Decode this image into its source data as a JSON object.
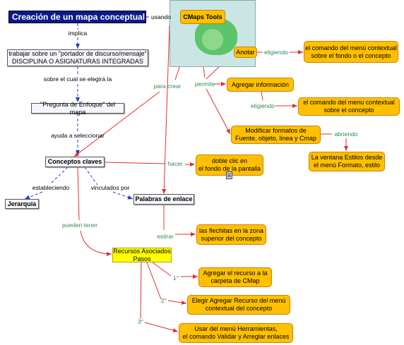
{
  "nodes": {
    "title": "Creación de un mapa conceptual",
    "cmaps": "CMaps Tools",
    "portador": "trabajar sobre un \"portador de discurso/mensaje\"\nDISCIPLINA O ASIGNATURAS INTEGRADAS",
    "pregunta": "\"Pregunta de Enfoque\" del mapa",
    "conceptos": "Conceptos claves",
    "jerarquia": "Jerarquía",
    "palabras": "Palabras de enlace",
    "recursos": "Recursos Asociados\nPasos",
    "anotar": "Anotar",
    "comando_menu": "el comando del menú contextual\nsobre el fondo o el concepto",
    "agregar_info": "Agregar información",
    "comando_menu2": "el comando del menu contextual\nsobre el concepto",
    "modificar": "Modificar formatos de\nFuente, objeto, linea y Cmap",
    "ventana": "La ventana Estilos desde\nel menú Formato, estilo",
    "doble_clic": "doble clic en\nel fondo de la pantalla",
    "flechitas": "las flechitas en la zona\nsuperior del concepto",
    "paso1": "Agregar el recurso a la\ncarpeta de CMap",
    "paso2": "Elegir Agregar Recurso del menú\ncontextual del concepto",
    "paso3": "Usar del menú Herramientas,\nel comando Validar y Arreglar enlaces"
  },
  "labels": {
    "usando": "usando",
    "implica": "implica",
    "sobre_el_cual": "sobre el cual se elegirá la",
    "ayuda": "ayuda a seleccionar",
    "para_crear": "para crear",
    "permite": "permite",
    "eligiendo1": "eligiendo",
    "eligiendo2": "eligiendo",
    "abriendo": "abriendo",
    "hacer": "hacer",
    "estableciendo": "estableciendo",
    "vinculados": "vinculados por",
    "pueden_tener": "pueden tener",
    "estirar": "estirar",
    "n1": "1°",
    "n2": "2°",
    "n3": "3°"
  },
  "colors": {
    "red_link": "#e03030",
    "blue_link": "#2040c0",
    "orange_node": "#ffc000",
    "yellow_node": "#ffff00",
    "title_bg": "#0a1a8c",
    "green_label": "#2e8b57"
  },
  "icons": {
    "map_picture": "cmaps-globe-image",
    "resource_icon": "document-icon"
  }
}
